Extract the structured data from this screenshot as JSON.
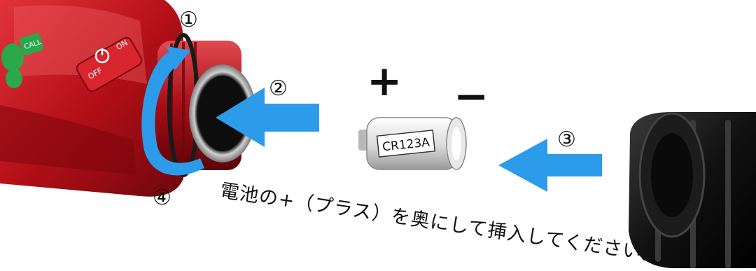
{
  "steps": {
    "step1": "①",
    "step2": "②",
    "step3": "③",
    "step4": "④"
  },
  "polarity": {
    "plus": "+",
    "minus": "−"
  },
  "battery": {
    "label": "CR123A"
  },
  "device": {
    "button_call": "CALL",
    "switch_off": "OFF",
    "switch_on": "ON"
  },
  "instruction": "電池の+（プラス）を奥にして挿入してください。",
  "colors": {
    "arrow_blue": "#2b9bea",
    "device_red": "#c8141e",
    "cap_black": "#141414"
  }
}
